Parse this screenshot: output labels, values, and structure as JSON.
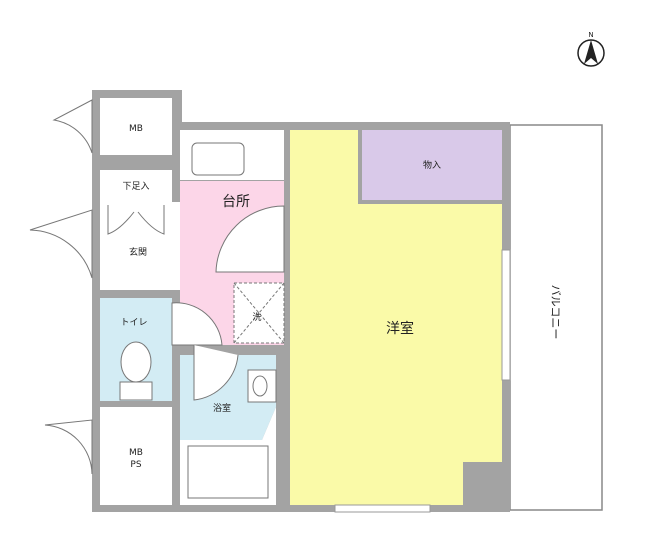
{
  "colors": {
    "wall": "#a3a3a3",
    "western_room": "#fafaa8",
    "kitchen": "#fcd6e8",
    "wet_area": "#d3ecf4",
    "storage": "#d9c9e9",
    "fixture_line": "#777777"
  },
  "compass": {
    "label": "N",
    "icon": "north-arrow-icon"
  },
  "rooms": {
    "mb_top": "MB",
    "shoe_storage": "下足入",
    "entrance": "玄関",
    "kitchen": "台所",
    "washer": "洗",
    "toilet": "トイレ",
    "bathroom": "浴室",
    "mb_ps_line1": "MB",
    "mb_ps_line2": "PS",
    "western_room": "洋室",
    "storage": "物入",
    "balcony": "バルコニー"
  }
}
